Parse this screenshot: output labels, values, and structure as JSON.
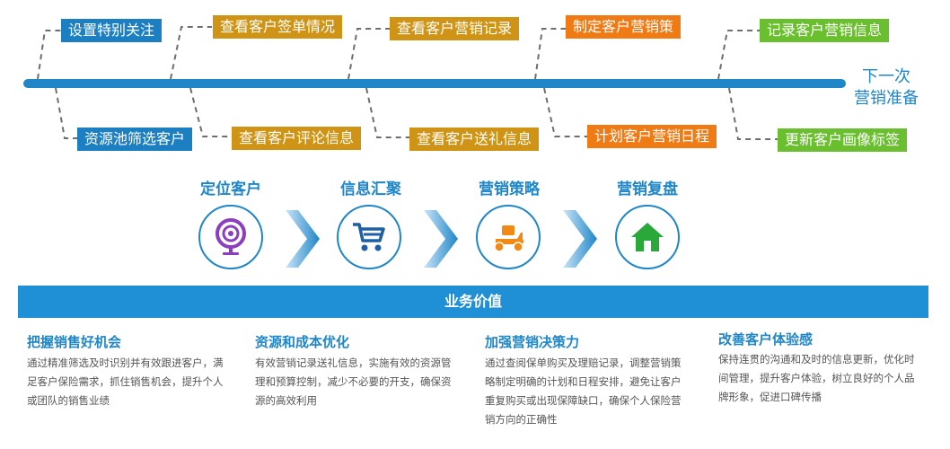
{
  "top_tags": [
    "设置特别关注",
    "查看客户签单情况",
    "查看客户营销记录",
    "制定客户营销策",
    "记录客户营销信息"
  ],
  "bottom_tags": [
    "资源池筛选客户",
    "查看客户评论信息",
    "查看客户送礼信息",
    "计划客户营销日程",
    "更新客户画像标签"
  ],
  "next_label": [
    "下一次",
    "营销准备"
  ],
  "stages": [
    {
      "title": "定位客户",
      "icon": "target-icon"
    },
    {
      "title": "信息汇聚",
      "icon": "cart-icon"
    },
    {
      "title": "营销策略",
      "icon": "scooter-icon"
    },
    {
      "title": "营销复盘",
      "icon": "home-icon"
    }
  ],
  "banner_label": "业务价值",
  "values": [
    {
      "title": "把握销售好机会",
      "lines": [
        "通过精准筛选及时识别并有效跟进客户，满",
        "足客户保险需求，抓住销售机会，提升个人",
        "或团队的销售业绩"
      ]
    },
    {
      "title": "资源和成本优化",
      "lines": [
        "有效营销记录送礼信息，实施有效的资源管",
        "理和预算控制，减少不必要的开支，确保资",
        "源的高效利用"
      ]
    },
    {
      "title": "加强营销决策力",
      "lines": [
        "通过查阅保单购买及理赔记录，调整营销策",
        "略制定明确的计划和日程安排，避免让客户",
        "重复购买或出现保障缺口，确保个人保险营",
        "销方向的正确性"
      ]
    },
    {
      "title": "改善客户体验感",
      "lines": [
        "保持连贯的沟通和及时的信息更新，优化时",
        "间管理，提升客户体验，树立良好的个人品",
        "牌形象，促进口碑传播"
      ]
    }
  ],
  "colors": {
    "primary_blue": "#1f86c8",
    "tag_blue": "#1b7fc1",
    "tag_gold": "#cf9415",
    "tag_orange": "#f07a14",
    "tag_green": "#6abf2e",
    "icon_purple": "#8a3fc0",
    "icon_orange": "#f08a14",
    "icon_green": "#2aa83a"
  }
}
